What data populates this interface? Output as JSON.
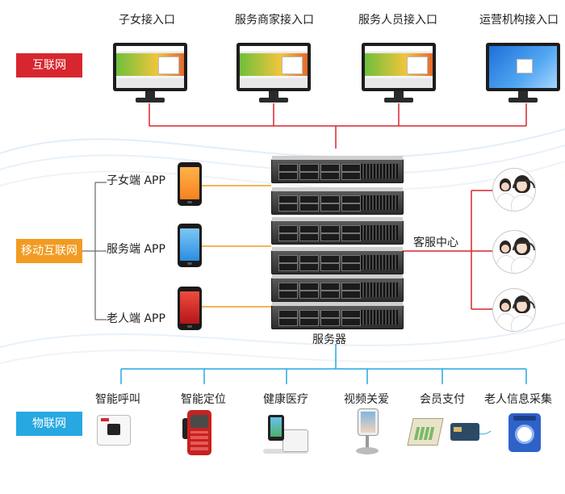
{
  "layers": {
    "internet": "互联网",
    "mobile": "移动互联网",
    "iot": "物联网"
  },
  "internet_portals": [
    {
      "label": "子女接入口"
    },
    {
      "label": "服务商家接入口"
    },
    {
      "label": "服务人员接入口"
    },
    {
      "label": "运营机构接入口"
    }
  ],
  "apps": [
    {
      "label": "子女端 APP"
    },
    {
      "label": "服务端 APP"
    },
    {
      "label": "老人端 APP"
    }
  ],
  "server": {
    "label": "服务器"
  },
  "customer_service": {
    "label": "客服中心"
  },
  "iot_devices": [
    {
      "label": "智能呼叫"
    },
    {
      "label": "智能定位"
    },
    {
      "label": "健康医疗"
    },
    {
      "label": "视频关爱"
    },
    {
      "label": "会员支付"
    },
    {
      "label": "老人信息采集"
    }
  ],
  "colors": {
    "internet_red": "#d7262f",
    "mobile_orange": "#f29b22",
    "iot_blue": "#27a8e0",
    "gray_line": "#666666"
  }
}
